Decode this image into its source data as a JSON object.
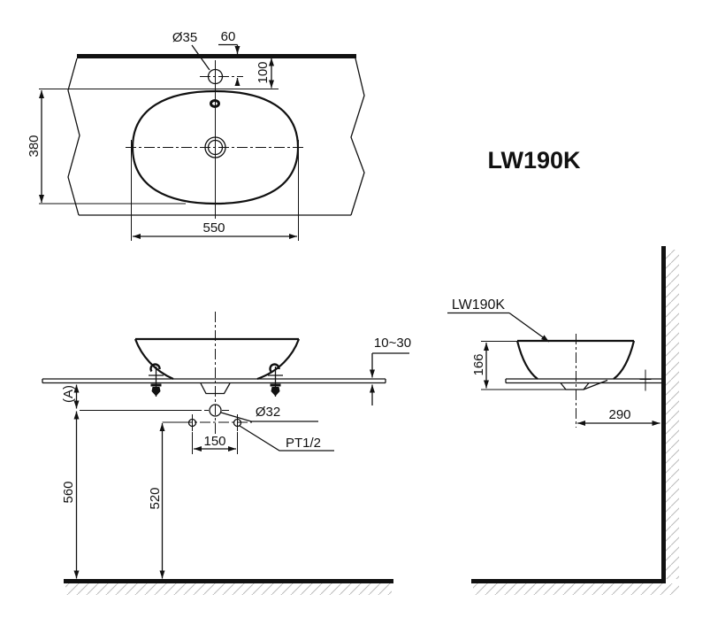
{
  "drawing": {
    "product_code": "LW190K",
    "plan_view": {
      "faucet_hole_dia": "Ø35",
      "faucet_center_to_back_edge": "60",
      "back_edge_to_basin": "100",
      "basin_depth": "380",
      "basin_width": "550"
    },
    "front_view": {
      "counter_thickness_range": "10~30",
      "counter_underside_ref": "(A)",
      "drain_hole_dia": "Ø32",
      "supply_hole_spacing": "150",
      "supply_thread": "PT1/2",
      "drain_height_from_floor": "560",
      "supply_height_from_floor": "520"
    },
    "side_view": {
      "product_label": "LW190K",
      "basin_height": "166",
      "drain_center_to_wall": "290"
    },
    "colors": {
      "line": "#111111",
      "hatch": "#bbbbbb",
      "background": "#ffffff"
    }
  }
}
